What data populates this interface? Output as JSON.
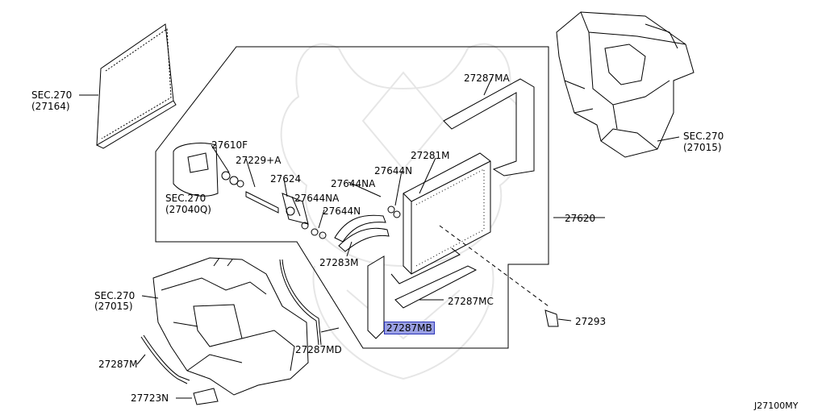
{
  "diagram_code": "J27100MY",
  "labels": {
    "sec270_27164_a": "SEC.270",
    "sec270_27164_b": "(27164)",
    "sec270_27040q_a": "SEC.270",
    "sec270_27040q_b": "(27040Q)",
    "sec270_27015_right_a": "SEC.270",
    "sec270_27015_right_b": "(27015)",
    "sec270_27015_left_a": "SEC.270",
    "sec270_27015_left_b": "(27015)",
    "p27610f": "27610F",
    "p27229a": "27229+A",
    "p27624": "27624",
    "p27644na_1": "27644NA",
    "p27644na_2": "27644NA",
    "p27644n_1": "27644N",
    "p27644n_2": "27644N",
    "p27281m": "27281M",
    "p27287ma": "27287MA",
    "p27620": "27620",
    "p27283m": "27283M",
    "p27287mc": "27287MC",
    "p27287mb": "27287MB",
    "p27293": "27293",
    "p27287md": "27287MD",
    "p27287m": "27287M",
    "p27723n": "27723N"
  },
  "highlight_color": "#9aa0e4"
}
